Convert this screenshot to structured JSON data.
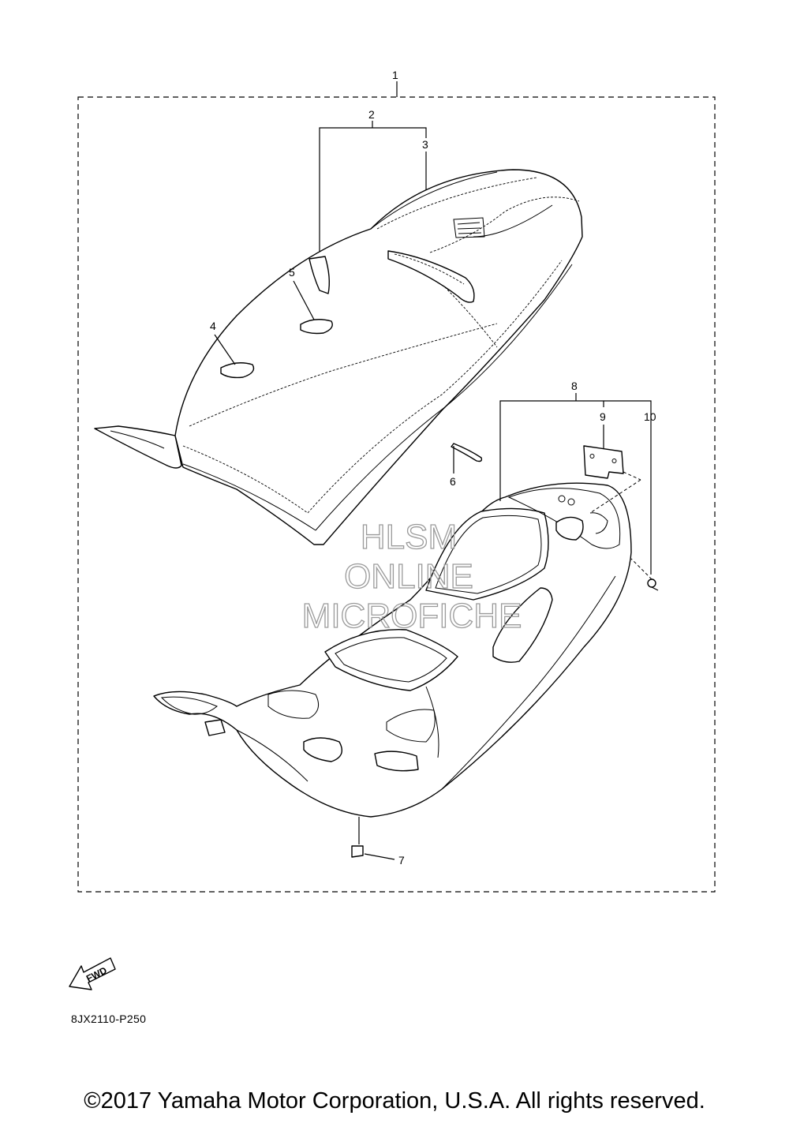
{
  "callouts": {
    "c1": "1",
    "c2": "2",
    "c3": "3",
    "c4": "4",
    "c5": "5",
    "c6": "6",
    "c7": "7",
    "c8": "8",
    "c9": "9",
    "c10": "10"
  },
  "watermark": {
    "line1": "HLSM",
    "line2": "ONLINE",
    "line3": "MICROFICHE"
  },
  "fwd_badge": {
    "label": "FWD",
    "icon": "fwd-arrow-icon"
  },
  "diagram_code": "8JX2110-P250",
  "copyright": "©2017 Yamaha Motor Corporation, U.S.A. All rights reserved."
}
